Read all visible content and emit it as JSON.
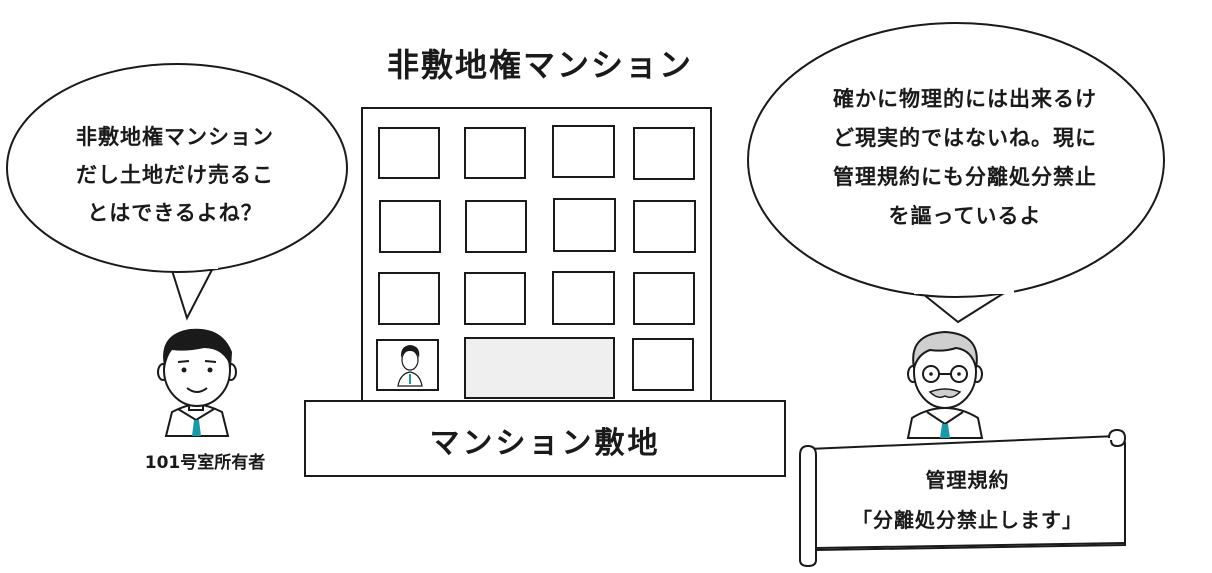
{
  "title": "非敷地権マンション",
  "left_bubble": {
    "lines": [
      "非敷地権マンション",
      "だし土地だけ売るこ",
      "とはできるよね？"
    ]
  },
  "right_bubble": {
    "lines": [
      "確かに物理的には出来るけ",
      "ど現実的ではないね。現に",
      "管理規約にも分離処分禁止",
      "を謳っているよ"
    ]
  },
  "owner_label": "101号室所有者",
  "land_label": "マンション敷地",
  "scroll": {
    "lines": [
      "管理規約",
      "「分離処分禁止します」"
    ]
  },
  "colors": {
    "stroke": "#1a1a1a",
    "entrance": "#efefef",
    "tie": "#1a9aa8"
  }
}
